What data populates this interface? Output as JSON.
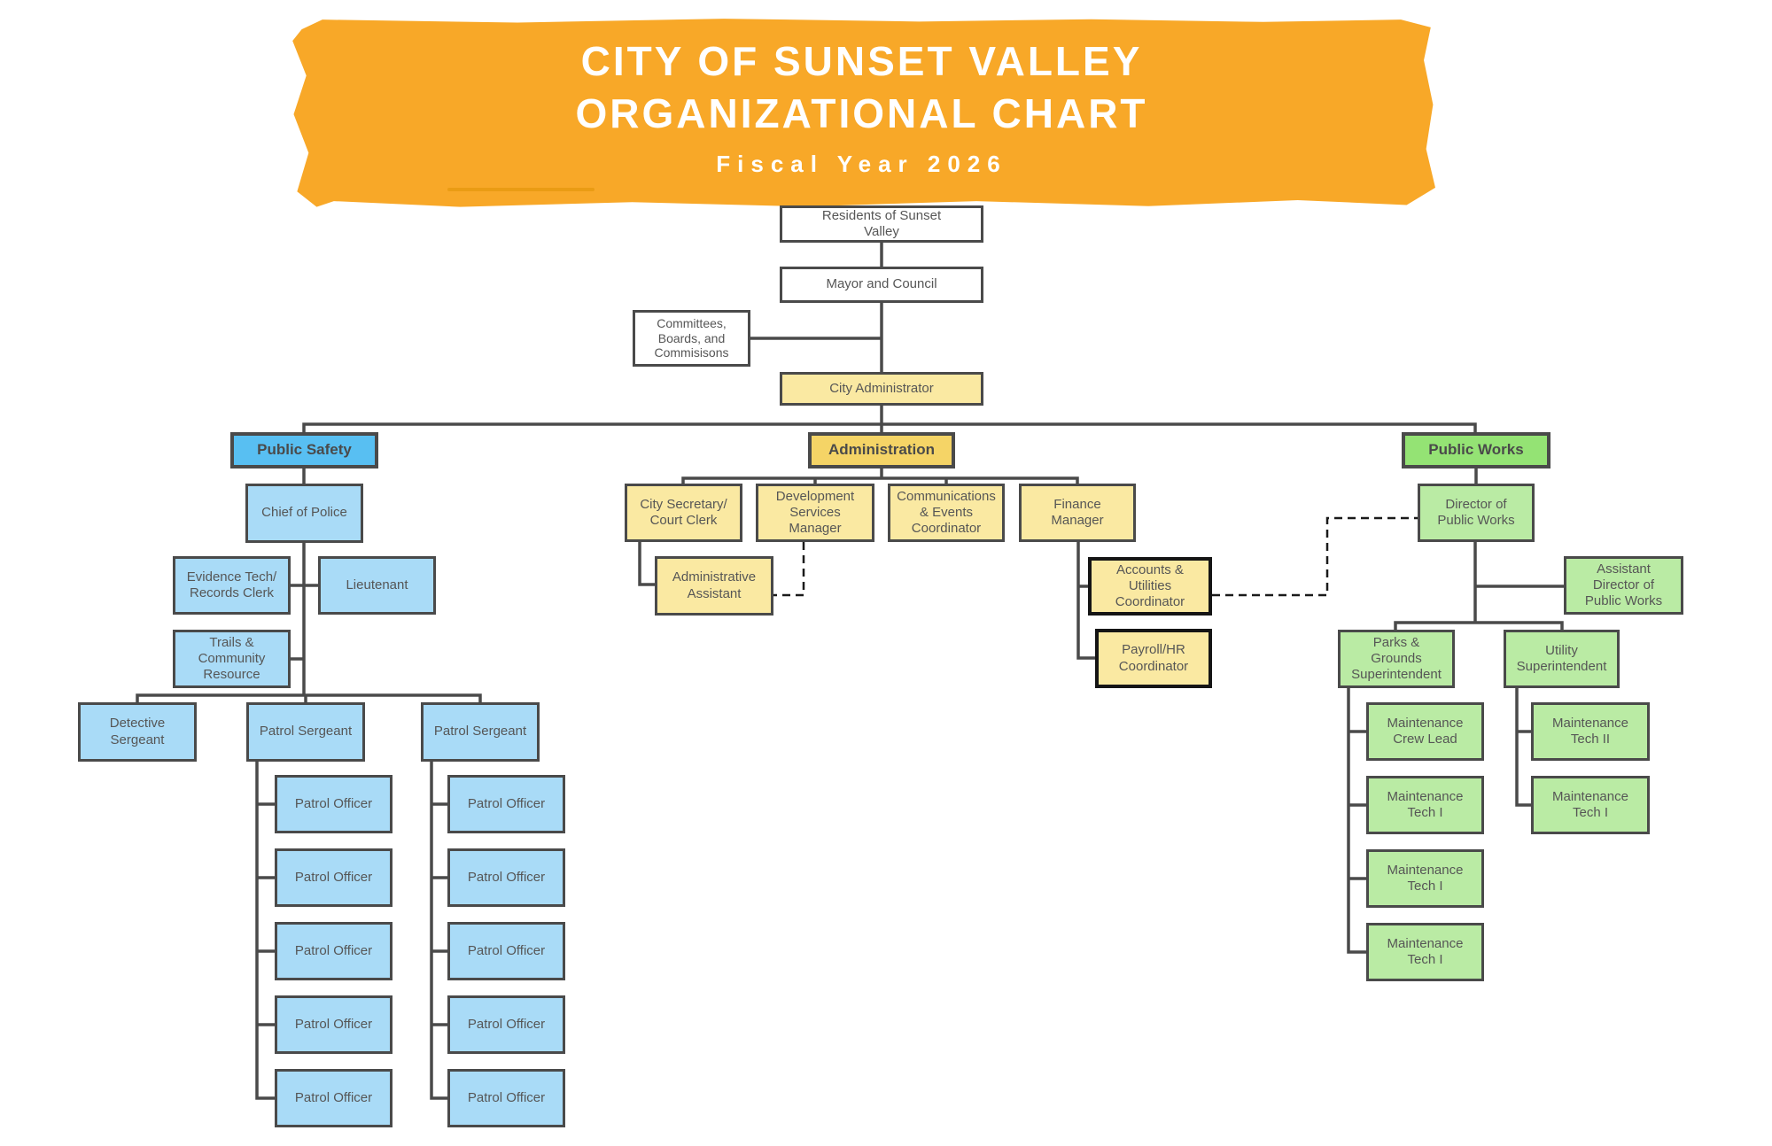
{
  "colors": {
    "banner": "#F8A828",
    "banner_streak": "#E89A10",
    "dept_blue": "#58BFF2",
    "light_blue": "#A9DBF7",
    "dept_gold": "#F5D466",
    "light_yellow": "#FAE9A2",
    "dept_green": "#94E374",
    "light_green": "#BAEBA4",
    "border_gray": "#4A4A4A",
    "border_black": "#151515",
    "text_gray": "#565656",
    "title_white": "#FFFFFF"
  },
  "banner": {
    "title_line1": "CITY OF SUNSET VALLEY",
    "title_line2": "ORGANIZATIONAL CHART",
    "subtitle": "Fiscal Year 2026"
  },
  "top_chain": {
    "residents": "Residents of Sunset\nValley",
    "mayor_council": "Mayor and Council",
    "committees": "Committees,\nBoards, and\nCommisisons",
    "city_administrator": "City Administrator"
  },
  "public_safety": {
    "header": "Public Safety",
    "chief_of_police": "Chief of Police",
    "evidence_tech": "Evidence Tech/\nRecords Clerk",
    "lieutenant": "Lieutenant",
    "trails_community": "Trails &\nCommunity\nResource",
    "detective_sergeant": "Detective\nSergeant",
    "patrol_sergeant_1": "Patrol Sergeant",
    "patrol_sergeant_2": "Patrol Sergeant",
    "sergeant1_officers": [
      "Patrol Officer",
      "Patrol Officer",
      "Patrol Officer",
      "Patrol Officer",
      "Patrol Officer"
    ],
    "sergeant2_officers": [
      "Patrol Officer",
      "Patrol Officer",
      "Patrol Officer",
      "Patrol Officer",
      "Patrol Officer"
    ]
  },
  "administration": {
    "header": "Administration",
    "city_secretary": "City Secretary/\nCourt Clerk",
    "development_services": "Development\nServices\nManager",
    "communications_events": "Communications\n& Events\nCoordinator",
    "finance_manager": "Finance\nManager",
    "administrative_assistant": "Administrative\nAssistant",
    "accounts_utilities": "Accounts &\nUtilities\nCoordinator",
    "payroll_hr": "Payroll/HR\nCoordinator"
  },
  "public_works": {
    "header": "Public Works",
    "director": "Director of\nPublic Works",
    "assistant_director": "Assistant\nDirector of\nPublic Works",
    "parks_grounds_super": "Parks &\nGrounds\nSuperintendent",
    "utility_super": "Utility\nSuperintendent",
    "parks_team": [
      "Maintenance\nCrew Lead",
      "Maintenance\nTech I",
      "Maintenance\nTech I",
      "Maintenance\nTech I"
    ],
    "utility_team": [
      "Maintenance\nTech II",
      "Maintenance\nTech I"
    ]
  }
}
